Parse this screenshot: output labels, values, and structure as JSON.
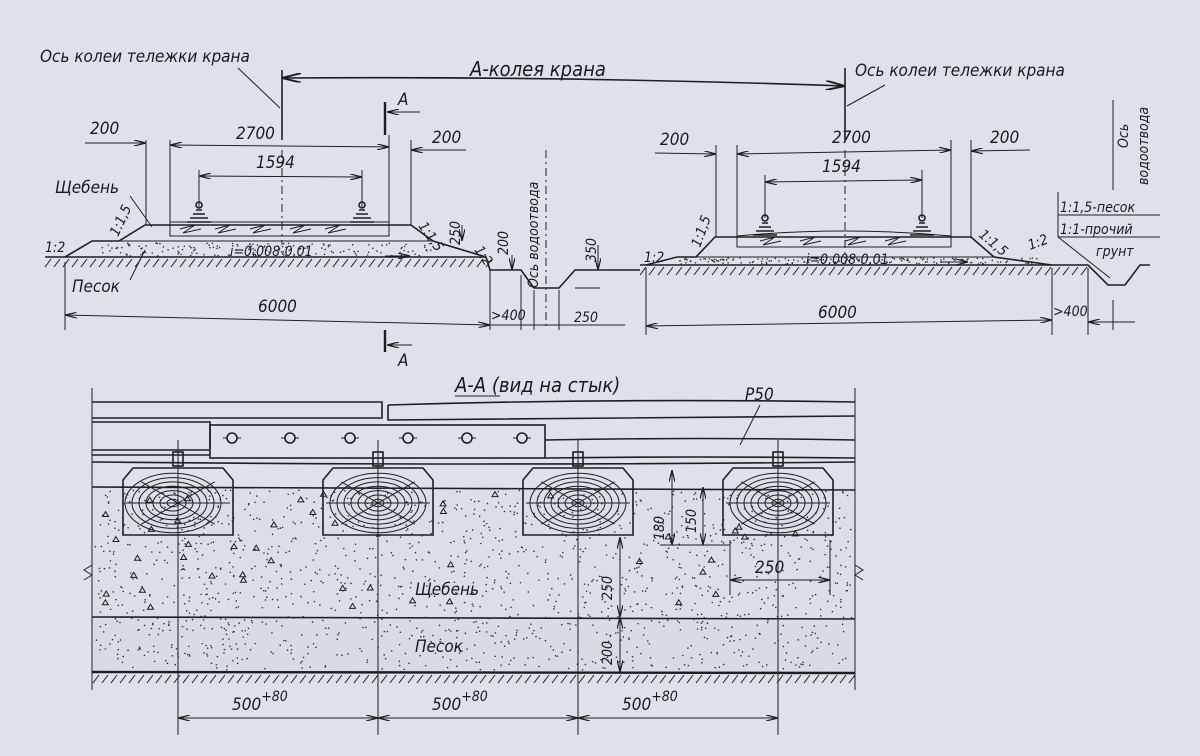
{
  "top": {
    "track_axis_label": "Ось колеи тележки крана",
    "crane_gauge_label": "А-колея крана",
    "section_mark": "А",
    "left": {
      "dim_edge_left": "200",
      "dim_edge_right": "200",
      "dim_tie": "2700",
      "dim_gauge": "1594",
      "ballast_label": "Щебень",
      "sand_label": "Песок",
      "slope_ballast_left": "1:1,5",
      "slope_ballast_right": "1:1,5",
      "slope_sand_left": "1:2",
      "slope_sand_right": "1:2",
      "grade": "i=0,008-0,01",
      "dim_width": "6000",
      "dim_offset": ">400",
      "dim_250": "250",
      "dim_200": "200",
      "dim_350": "350",
      "dim_ditch": "250",
      "drain_axis": "Ось водоотвода"
    },
    "right": {
      "dim_edge_left": "200",
      "dim_edge_right": "200",
      "dim_tie": "2700",
      "dim_gauge": "1594",
      "slope_ballast_left": "1:1,5",
      "slope_ballast_right": "1:1,5",
      "slope_sand_left": "1:2",
      "slope_sand_right": "1:2",
      "grade": "i=0,008-0,01",
      "dim_width": "6000",
      "dim_offset": ">400",
      "drain_axis_line1": "Ось",
      "drain_axis_line2": "водоотвода",
      "slope_note_1": "1:1,5-песок",
      "slope_note_2": "1:1-прочий",
      "slope_note_3": "грунт"
    }
  },
  "section": {
    "title": "А-А (вид на стык)",
    "rail_type": "Р50",
    "dim_180": "180",
    "dim_150": "150",
    "dim_250_vertical": "250",
    "dim_250_horizontal": "250",
    "dim_200": "200",
    "ballast_label": "Щебень",
    "sand_label": "Песок",
    "spacing": [
      {
        "base": "500",
        "tol": "+80"
      },
      {
        "base": "500",
        "tol": "+80"
      },
      {
        "base": "500",
        "tol": "+80"
      }
    ]
  }
}
